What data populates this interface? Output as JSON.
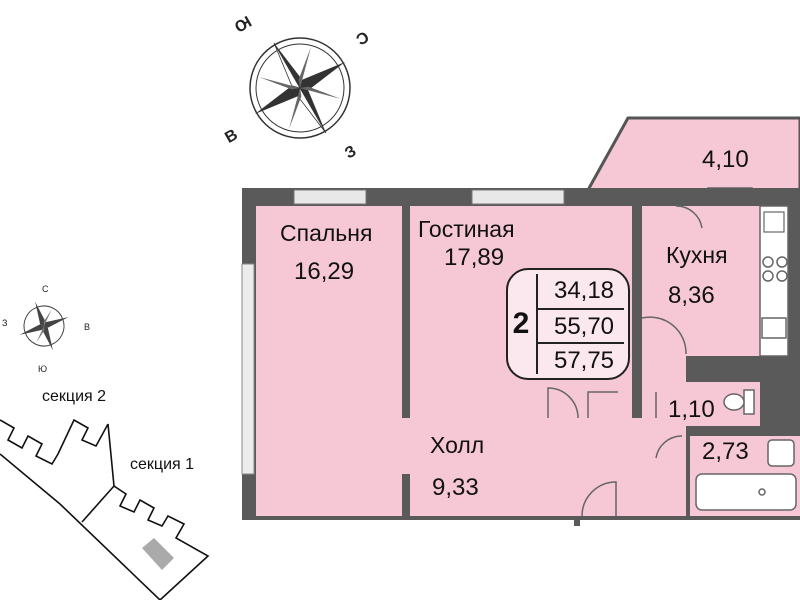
{
  "rooms": {
    "bedroom": {
      "name": "Спальня",
      "area": "16,29"
    },
    "living": {
      "name": "Гостиная",
      "area": "17,89"
    },
    "kitchen": {
      "name": "Кухня",
      "area": "8,36"
    },
    "hall": {
      "name": "Холл",
      "area": "9,33"
    },
    "balcony": {
      "area": "4,10"
    },
    "toilet": {
      "area": "1,10"
    },
    "bathroom": {
      "area": "2,73"
    }
  },
  "apartment": {
    "rooms_count": "2",
    "living_area": "34,18",
    "total_area": "55,70",
    "total_area_with_balcony": "57,75"
  },
  "compass_large": {
    "n": "С",
    "s": "Ю",
    "e": "В",
    "w": "З"
  },
  "compass_small": {
    "n": "С",
    "s": "Ю",
    "e": "В",
    "w": "З"
  },
  "sections": {
    "section1": "секция 1",
    "section2": "секция 2"
  },
  "colors": {
    "room_fill": "#f6c8d6",
    "wall": "#555555",
    "window": "#e8e8e8"
  }
}
